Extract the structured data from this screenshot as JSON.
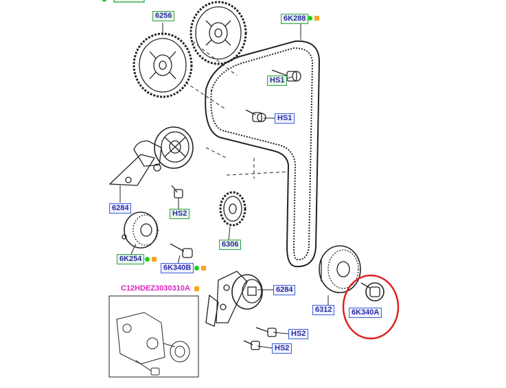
{
  "colors": {
    "line": "#222222",
    "label_text": "#2a2aa0",
    "label_green_border": "#2ea043",
    "label_blue_border": "#3a5fd9",
    "dot_green": "#22cc22",
    "dot_orange": "#f5a623",
    "highlight_circle": "#e02020",
    "sheet_label": "#e020c0"
  },
  "labels": {
    "camshaft_sprocket": "6256",
    "timing_belt": "6K288",
    "bolt_hs1_upper": "HS1",
    "bolt_hs1_lower": "HS1",
    "tensioner_arm": "6284",
    "bolt_hs2_left": "HS2",
    "crankshaft_sprocket": "6306",
    "idler_pulley": "6K254",
    "idler_bolt": "6K340B",
    "tensioner_assembly": "6284",
    "crankshaft_pulley": "6312",
    "pulley_bolt": "6K340A",
    "bolt_hs2_mid": "HS2",
    "bolt_hs2_low": "HS2"
  },
  "sheet_ref": "C12HDEZ3030310A",
  "icons": {
    "highlight": "red-circle-icon",
    "dot": "green-dot-icon",
    "square": "orange-square-icon"
  }
}
